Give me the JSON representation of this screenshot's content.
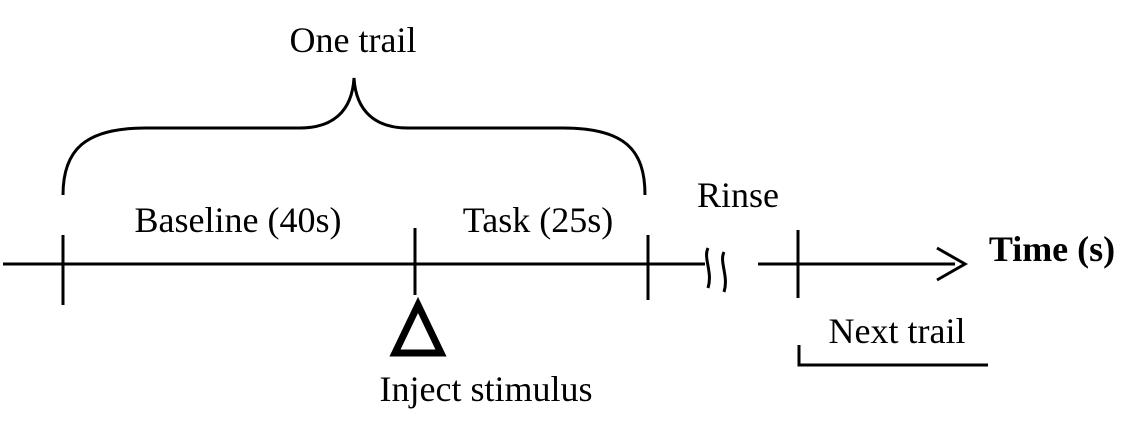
{
  "diagram": {
    "labels": {
      "one_trail": "One trail",
      "baseline": "Baseline (40s)",
      "task": "Task (25s)",
      "rinse": "Rinse",
      "time_axis": "Time (s)",
      "next_trail": "Next trail",
      "inject_stimulus": "Inject stimulus"
    },
    "colors": {
      "ink": "#000000",
      "background": "#ffffff"
    },
    "icons": {
      "stimulus_marker": "triangle-icon",
      "axis_break": "axis-break-icon",
      "axis_arrow": "arrow-right-icon"
    }
  }
}
